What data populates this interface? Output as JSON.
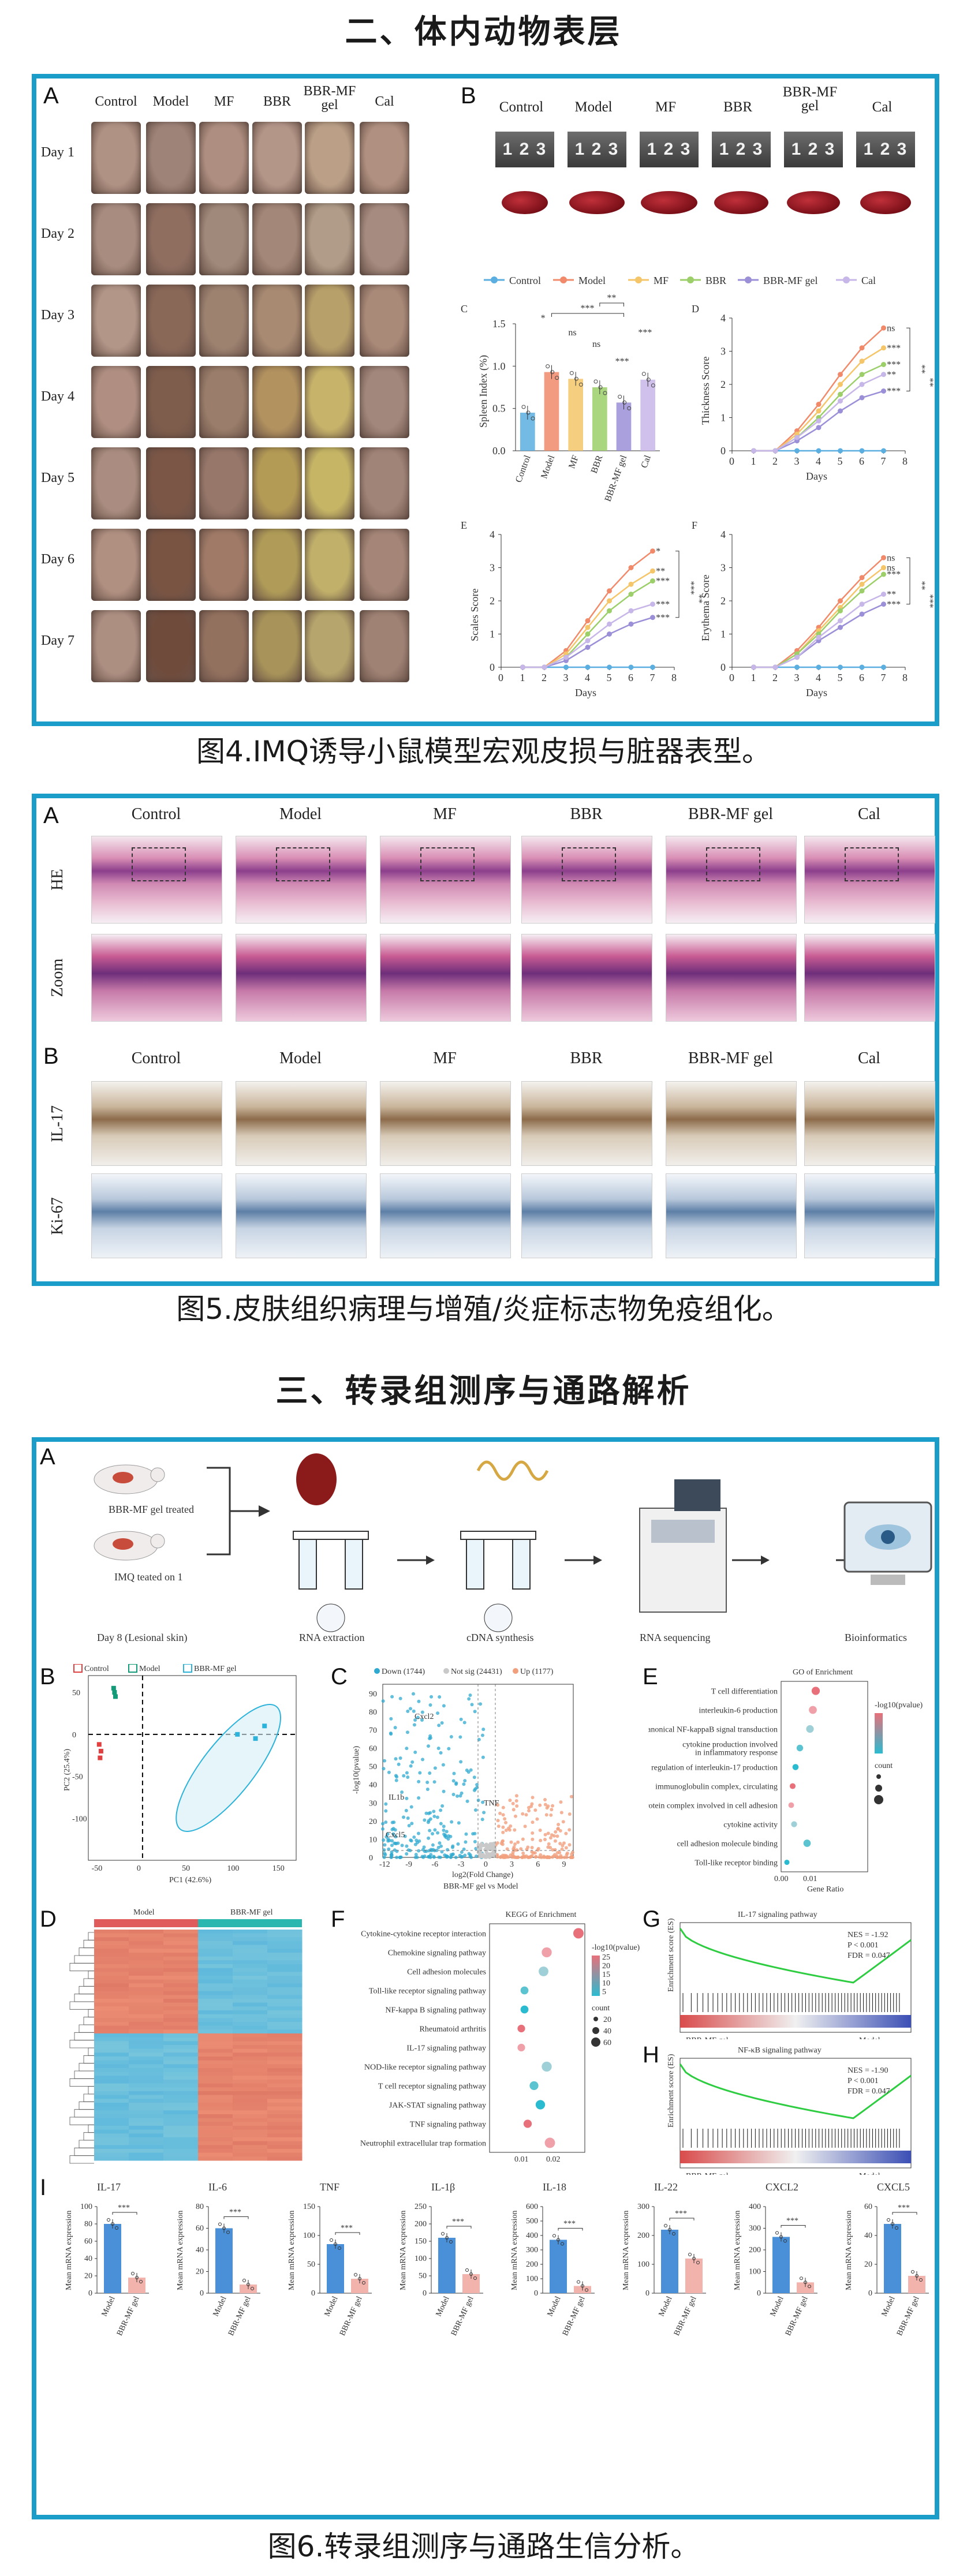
{
  "titles": {
    "section2": "二、体内动物表层",
    "section3": "三、转录组测序与通路解析"
  },
  "captions": {
    "fig4": "图4.IMQ诱导小鼠模型宏观皮损与脏器表型。",
    "fig5": "图5.皮肤组织病理与增殖/炎症标志物免疫组化。",
    "fig6": "图6.转录组测序与通路生信分析。"
  },
  "groups": [
    "Control",
    "Model",
    "MF",
    "BBR",
    "BBR-MF gel",
    "Cal"
  ],
  "fig4": {
    "panelA": {
      "label": "A",
      "cols": [
        "Control",
        "Model",
        "MF",
        "BBR",
        "BBR-MF\ngel",
        "Cal"
      ],
      "rows": [
        "Day 1",
        "Day 2",
        "Day 3",
        "Day 4",
        "Day 5",
        "Day 6",
        "Day 7"
      ]
    },
    "panelB": {
      "label": "B",
      "cols": [
        "Control",
        "Model",
        "MF",
        "BBR",
        "BBR-MF\ngel",
        "Cal"
      ],
      "ruler_text": "1 2 3"
    },
    "legend": [
      "Control",
      "Model",
      "MF",
      "BBR",
      "BBR-MF gel",
      "Cal"
    ],
    "colors": {
      "Control": "#5aaee0",
      "Model": "#f08a6a",
      "MF": "#f5c56a",
      "BBR": "#9ccf6a",
      "BBR-MF gel": "#9b8fd8",
      "Cal": "#c7b6e8"
    },
    "panelC": {
      "label": "C",
      "chart_data": {
        "type": "bar",
        "categories": [
          "Control",
          "Model",
          "MF",
          "BBR",
          "BBR-MF gel",
          "Cal"
        ],
        "values": [
          0.45,
          0.93,
          0.85,
          0.75,
          0.57,
          0.84
        ],
        "ylabel": "Spleen Index (%)",
        "ylim": [
          0,
          1.5
        ],
        "yticks": [
          "0.0",
          "0.5",
          "1.0",
          "1.5"
        ],
        "annotations": [
          "**",
          "***",
          "***",
          "ns",
          "ns",
          "*",
          "***"
        ]
      }
    },
    "panelD": {
      "label": "D",
      "chart_data": {
        "type": "line",
        "x": [
          1,
          2,
          3,
          4,
          5,
          6,
          7
        ],
        "xlabel": "Days",
        "ylabel": "Thickness Score",
        "ylim": [
          0,
          4
        ],
        "xlim": [
          0,
          8
        ],
        "series": [
          {
            "name": "Control",
            "values": [
              0,
              0,
              0,
              0,
              0,
              0,
              0
            ]
          },
          {
            "name": "Model",
            "values": [
              0,
              0,
              0.6,
              1.4,
              2.3,
              3.1,
              3.7
            ]
          },
          {
            "name": "MF",
            "values": [
              0,
              0,
              0.5,
              1.2,
              2.0,
              2.7,
              3.1
            ]
          },
          {
            "name": "BBR",
            "values": [
              0,
              0,
              0.4,
              1.0,
              1.7,
              2.3,
              2.6
            ]
          },
          {
            "name": "BBR-MF gel",
            "values": [
              0,
              0,
              0.3,
              0.7,
              1.2,
              1.6,
              1.8
            ]
          },
          {
            "name": "Cal",
            "values": [
              0,
              0,
              0.4,
              0.9,
              1.5,
              2.0,
              2.3
            ]
          }
        ],
        "annotations": [
          "ns",
          "***",
          "***",
          "***",
          "**",
          "**"
        ]
      }
    },
    "panelE": {
      "label": "E",
      "chart_data": {
        "type": "line",
        "x": [
          1,
          2,
          3,
          4,
          5,
          6,
          7
        ],
        "xlabel": "Days",
        "ylabel": "Scales Score",
        "ylim": [
          0,
          4
        ],
        "xlim": [
          0,
          8
        ],
        "series": [
          {
            "name": "Control",
            "values": [
              0,
              0,
              0,
              0,
              0,
              0,
              0
            ]
          },
          {
            "name": "Model",
            "values": [
              0,
              0,
              0.5,
              1.4,
              2.3,
              3.0,
              3.5
            ]
          },
          {
            "name": "MF",
            "values": [
              0,
              0,
              0.4,
              1.2,
              2.0,
              2.5,
              2.9
            ]
          },
          {
            "name": "BBR",
            "values": [
              0,
              0,
              0.3,
              1.0,
              1.7,
              2.2,
              2.6
            ]
          },
          {
            "name": "BBR-MF gel",
            "values": [
              0,
              0,
              0.2,
              0.6,
              1.0,
              1.3,
              1.5
            ]
          },
          {
            "name": "Cal",
            "values": [
              0,
              0,
              0.3,
              0.8,
              1.3,
              1.7,
              1.9
            ]
          }
        ],
        "annotations": [
          "*",
          "**",
          "***",
          "***",
          "***",
          "**"
        ]
      }
    },
    "panelF": {
      "label": "F",
      "chart_data": {
        "type": "line",
        "x": [
          1,
          2,
          3,
          4,
          5,
          6,
          7
        ],
        "xlabel": "Days",
        "ylabel": "Erythema Score",
        "ylim": [
          0,
          4
        ],
        "xlim": [
          0,
          8
        ],
        "series": [
          {
            "name": "Control",
            "values": [
              0,
              0,
              0,
              0,
              0,
              0,
              0
            ]
          },
          {
            "name": "Model",
            "values": [
              0,
              0,
              0.5,
              1.2,
              2.0,
              2.7,
              3.3
            ]
          },
          {
            "name": "MF",
            "values": [
              0,
              0,
              0.4,
              1.1,
              1.8,
              2.5,
              3.0
            ]
          },
          {
            "name": "BBR",
            "values": [
              0,
              0,
              0.4,
              1.0,
              1.7,
              2.3,
              2.8
            ]
          },
          {
            "name": "BBR-MF gel",
            "values": [
              0,
              0,
              0.3,
              0.8,
              1.2,
              1.6,
              1.9
            ]
          },
          {
            "name": "Cal",
            "values": [
              0,
              0,
              0.3,
              0.9,
              1.4,
              1.9,
              2.2
            ]
          }
        ],
        "annotations": [
          "ns",
          "ns",
          "***",
          "***",
          "**",
          "***"
        ]
      }
    }
  },
  "fig5": {
    "panelA": {
      "label": "A",
      "rows": [
        "HE",
        "Zoom"
      ]
    },
    "panelB": {
      "label": "B",
      "rows": [
        "IL-17",
        "Ki-67"
      ]
    }
  },
  "fig6": {
    "panelA": {
      "label": "A",
      "mouse1": "BBR-MF gel treated",
      "mouse2": "IMQ  teated on 1",
      "steps": [
        "Day 8 (Lesional skin)",
        "RNA extraction",
        "cDNA synthesis",
        "RNA sequencing",
        "Bioinformatics"
      ]
    },
    "panelB": {
      "label": "B",
      "legend": [
        "Control",
        "Model",
        "BBR-MF gel"
      ],
      "xlabel": "PC1 (42.6%)",
      "ylabel": "PC2 (25.4%)",
      "chart_data": {
        "type": "scatter",
        "xlim": [
          -60,
          170
        ],
        "ylim": [
          -150,
          70
        ],
        "series": [
          {
            "name": "Control",
            "x": [
              -48,
              -46,
              -47
            ],
            "y": [
              -12,
              -20,
              -28
            ]
          },
          {
            "name": "Model",
            "x": [
              -32,
              -31,
              -30
            ],
            "y": [
              55,
              50,
              45
            ]
          },
          {
            "name": "BBR-MF gel",
            "x": [
              105,
              125,
              135
            ],
            "y": [
              0,
              -5,
              10
            ]
          }
        ]
      }
    },
    "panelC": {
      "label": "C",
      "legend": [
        "Down (1744)",
        "Not sig (24431)",
        "Up (1177)"
      ],
      "xlabel": "log2(Fold Change)",
      "ylabel": "-log10(pvalue)",
      "title_bottom": "BBR-MF gel vs Model",
      "genes": [
        "Cxcl2",
        "IL1b",
        "Cxcl5",
        "TNF"
      ],
      "xticks": [
        "-12",
        "-9",
        "-6",
        "-3",
        "0",
        "3",
        "6",
        "9"
      ],
      "yticks": [
        "0",
        "10",
        "20",
        "30",
        "40",
        "50",
        "60",
        "70",
        "80",
        "90"
      ]
    },
    "panelD": {
      "label": "D",
      "groups": [
        "Model",
        "BBR-MF gel"
      ]
    },
    "panelE": {
      "label": "E",
      "title": "GO of Enrichment",
      "xlabel": "Gene Ratio",
      "terms": [
        "T cell differentiation",
        "interleukin-6 production",
        "canonical NF-kappaB signal transduction",
        "cytokine production involved\nin inflammatory response",
        "regulation of interleukin-17 production",
        "immunoglobulin complex, circulating",
        "protein complex involved in cell adhesion",
        "cytokine activity",
        "cell adhesion molecule binding",
        "Toll-like receptor binding"
      ],
      "highlight": [
        false,
        false,
        true,
        false,
        true,
        false,
        false,
        true,
        false,
        false
      ],
      "ratio": [
        0.012,
        0.011,
        0.01,
        0.0065,
        0.005,
        0.004,
        0.0035,
        0.0045,
        0.009,
        0.002
      ],
      "xticks": [
        "0.00",
        "0.01"
      ],
      "legend_title": "-log10(pvalue)",
      "count_title": "count"
    },
    "panelF": {
      "label": "F",
      "title": "KEGG of Enrichment",
      "xlabel": "Gene Ratio",
      "terms": [
        "Cytokine-cytokine receptor interaction",
        "Chemokine signaling pathway",
        "Cell adhesion molecules",
        "Toll-like receptor signaling pathway",
        "NF-kappa B signaling pathway",
        "Rheumatoid arthritis",
        "IL-17 signaling pathway",
        "NOD-like receptor signaling pathway",
        "T cell receptor signaling pathway",
        "JAK-STAT signaling pathway",
        "TNF signaling pathway",
        "Neutrophil extracellular trap formation"
      ],
      "highlight": [
        false,
        false,
        false,
        false,
        true,
        false,
        true,
        false,
        false,
        false,
        false,
        true
      ],
      "ratio": [
        0.028,
        0.018,
        0.017,
        0.011,
        0.011,
        0.01,
        0.01,
        0.018,
        0.014,
        0.016,
        0.012,
        0.019
      ],
      "xticks": [
        "0.01",
        "0.02"
      ],
      "legend_title": "-log10(pvalue)",
      "legend_values": [
        "25",
        "20",
        "15",
        "10",
        "5"
      ],
      "count_title": "count",
      "count_values": [
        "20",
        "40",
        "60"
      ]
    },
    "panelG": {
      "label": "G",
      "title": "IL-17 signaling pathway",
      "stats": [
        "NES = -1.92",
        "P < 0.001",
        "FDR = 0.047"
      ],
      "ylabel": "Enrichment score (ES)",
      "left": "BBR-MF gel",
      "right": "Model"
    },
    "panelH": {
      "label": "H",
      "title": "NF-κB signaling pathway",
      "stats": [
        "NES = -1.90",
        "P < 0.001",
        "FDR = 0.047"
      ],
      "ylabel": "Enrichment score (ES)",
      "left": "BBR-MF gel",
      "right": "Model"
    },
    "panelI": {
      "label": "I",
      "ylabel": "Mean mRNA expression",
      "charts": [
        {
          "title": "IL-17",
          "ymax": 100,
          "ticks": [
            "0",
            "20",
            "40",
            "60",
            "80",
            "100"
          ],
          "values": [
            80,
            18
          ]
        },
        {
          "title": "IL-6",
          "ymax": 80,
          "ticks": [
            "0",
            "20",
            "40",
            "60",
            "80"
          ],
          "values": [
            60,
            8
          ]
        },
        {
          "title": "TNF",
          "ymax": 150,
          "ticks": [
            "0",
            "50",
            "100",
            "150"
          ],
          "values": [
            85,
            25
          ]
        },
        {
          "title": "IL-1β",
          "ymax": 250,
          "ticks": [
            "0",
            "50",
            "100",
            "150",
            "200",
            "250"
          ],
          "values": [
            160,
            55
          ]
        },
        {
          "title": "IL-18",
          "ymax": 600,
          "ticks": [
            "0",
            "100",
            "200",
            "300",
            "400",
            "500",
            "600"
          ],
          "values": [
            370,
            50
          ]
        },
        {
          "title": "IL-22",
          "ymax": 300,
          "ticks": [
            "0",
            "100",
            "200",
            "300"
          ],
          "values": [
            220,
            120
          ]
        },
        {
          "title": "CXCL2",
          "ymax": 400,
          "ticks": [
            "0",
            "100",
            "200",
            "300",
            "400"
          ],
          "values": [
            260,
            50
          ]
        },
        {
          "title": "CXCL5",
          "ymax": 60,
          "ticks": [
            "0",
            "20",
            "40",
            "60"
          ],
          "values": [
            48,
            12
          ]
        }
      ],
      "categories": [
        "Model",
        "BBR-MF gel"
      ],
      "sig": "***"
    }
  }
}
